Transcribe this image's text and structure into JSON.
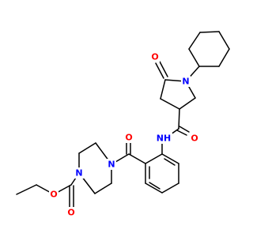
{
  "molecule": {
    "atom_colors": {
      "O": "#ff0000",
      "N": "#0000ff",
      "NH": "#0000ff"
    },
    "labels": {
      "ester_o_single": "O",
      "ester_o_double": "O",
      "piperazine_n_bottom": "N",
      "piperazine_n_top": "N",
      "ketone_o": "O",
      "amide_nh": "NH",
      "amide_o": "O",
      "lactam_o": "O",
      "pyrrolidine_n": "N"
    }
  }
}
